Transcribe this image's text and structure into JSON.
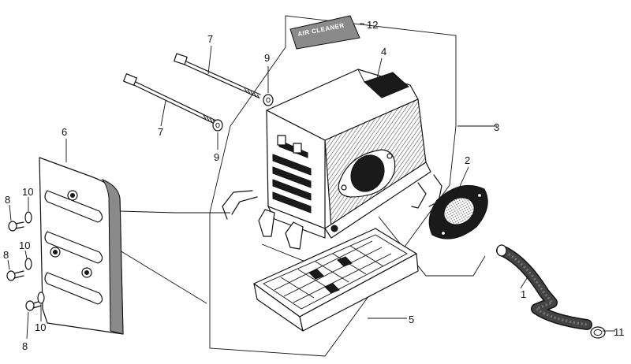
{
  "callouts": {
    "c1": "1",
    "c2": "2",
    "c3": "3",
    "c4": "4",
    "c5": "5",
    "c6": "6",
    "c7a": "7",
    "c7b": "7",
    "c8a": "8",
    "c8b": "8",
    "c8c": "8",
    "c9a": "9",
    "c9b": "9",
    "c10a": "10",
    "c10b": "10",
    "c10c": "10",
    "c11": "11",
    "c12": "12"
  },
  "decal_text": "AIR CLEANER"
}
